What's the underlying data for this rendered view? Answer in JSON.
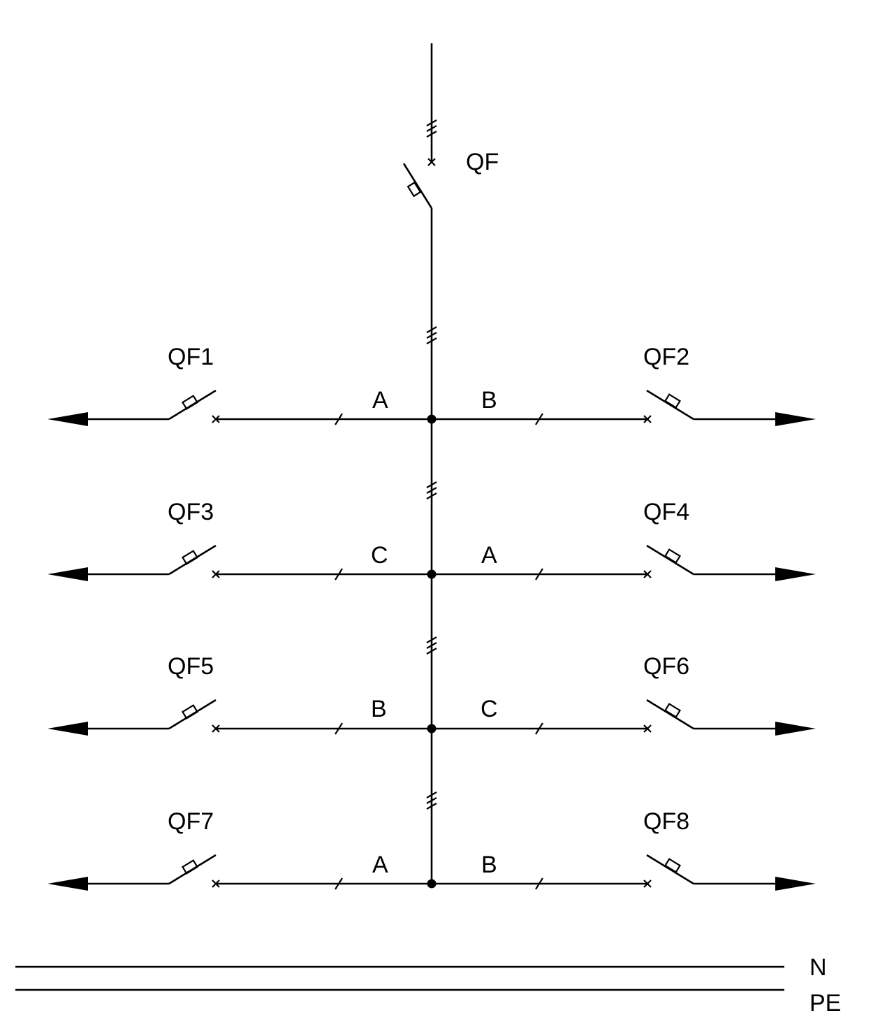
{
  "main_breaker": {
    "label": "QF"
  },
  "rows": [
    {
      "left": {
        "breaker": "QF1",
        "phase": "A"
      },
      "right": {
        "breaker": "QF2",
        "phase": "B"
      }
    },
    {
      "left": {
        "breaker": "QF3",
        "phase": "C"
      },
      "right": {
        "breaker": "QF4",
        "phase": "A"
      }
    },
    {
      "left": {
        "breaker": "QF5",
        "phase": "B"
      },
      "right": {
        "breaker": "QF6",
        "phase": "C"
      }
    },
    {
      "left": {
        "breaker": "QF7",
        "phase": "A"
      },
      "right": {
        "breaker": "QF8",
        "phase": "B"
      }
    }
  ],
  "buses": {
    "neutral": "N",
    "protective_earth": "PE"
  },
  "colors": {
    "line": "#000000",
    "background": "#ffffff"
  }
}
